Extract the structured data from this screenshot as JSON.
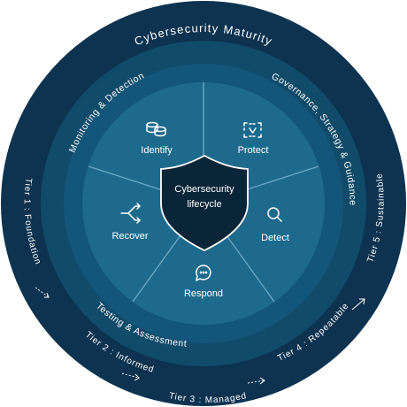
{
  "diagram": {
    "title": "Cybersecurity Maturity",
    "center": {
      "line1": "Cybersecurity",
      "line2": "lifecycle"
    },
    "segments": [
      {
        "label": "Identify",
        "icon": "coins-stack-icon"
      },
      {
        "label": "Protect",
        "icon": "shield-frame-icon"
      },
      {
        "label": "Detect",
        "icon": "magnifier-icon"
      },
      {
        "label": "Respond",
        "icon": "chat-bubble-icon"
      },
      {
        "label": "Recover",
        "icon": "arrows-split-icon"
      }
    ],
    "ring_labels": {
      "monitoring": "Monitoring & Detection",
      "governance": "Governance, Strategy & Guidance",
      "testing": "Testing & Assessment"
    },
    "tiers": [
      "Tier 1 : Foundation",
      "Tier 2 : Informed",
      "Tier 3 : Managed",
      "Tier 4 : Repeatable",
      "Tier 5 : Sustainable"
    ],
    "colors": {
      "outer_ring": "#0d3350",
      "middle_ring": "#114b6a",
      "inner_ring": "#1a5a7c",
      "segments": "#1d6a8d",
      "shield": "#0b2538",
      "divider": "#6fa7c2"
    }
  }
}
